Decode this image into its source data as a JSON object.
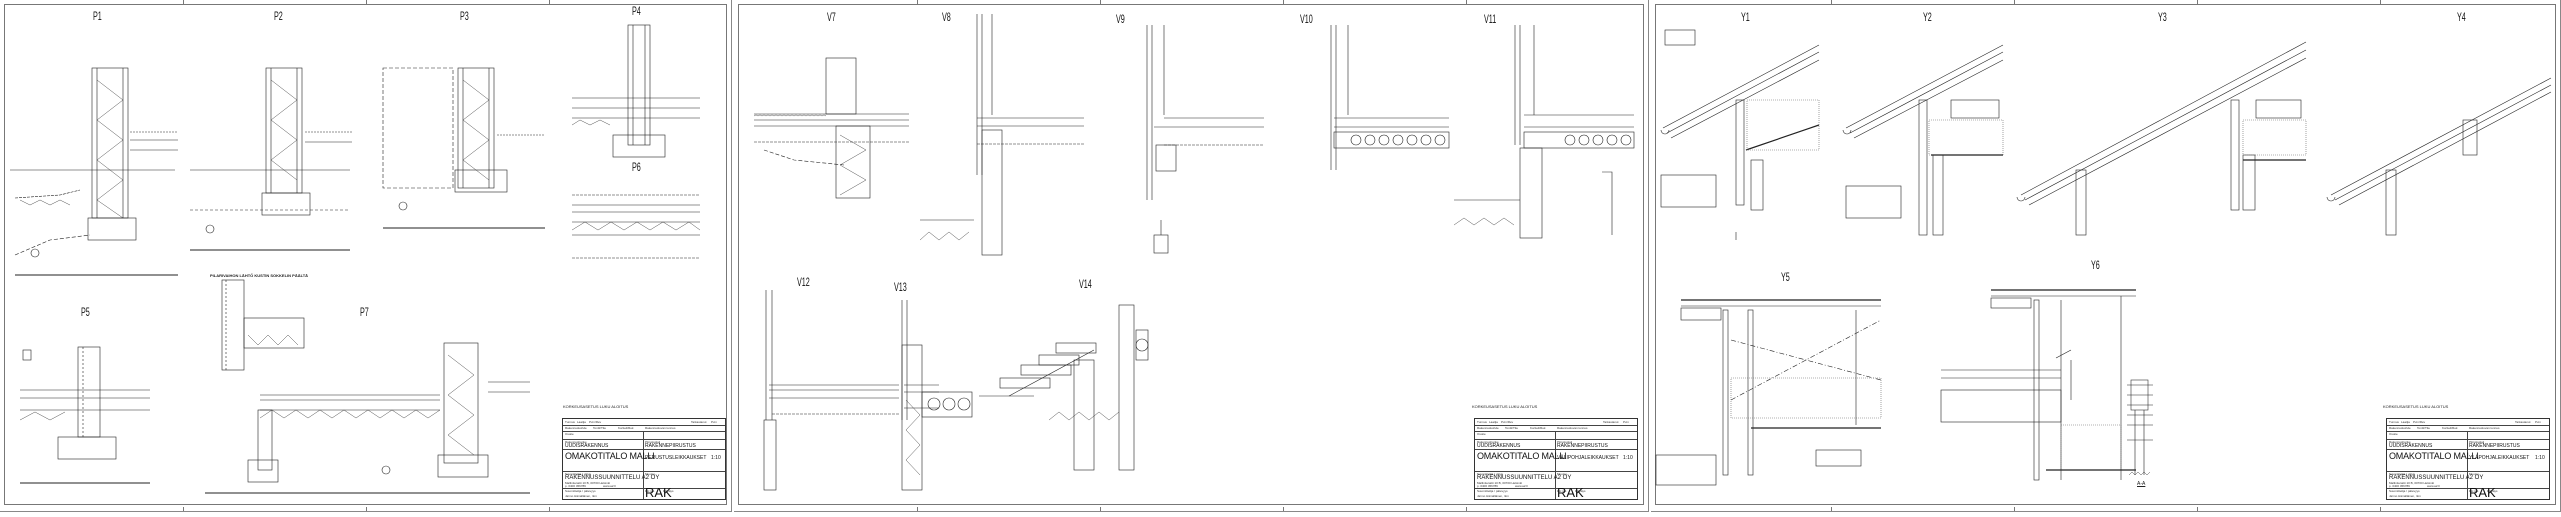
{
  "document": {
    "type": "architectural detail drawings",
    "sheet_count": 3
  },
  "sheets": [
    {
      "id": "sheet-1",
      "details": [
        {
          "label": "P1"
        },
        {
          "label": "P2"
        },
        {
          "label": "P3"
        },
        {
          "label": "P4"
        },
        {
          "label": "P5"
        },
        {
          "label": "P6"
        },
        {
          "label": "P7"
        }
      ],
      "subheading": "PILARIVAIHON LÄHTÖ KUSTIN SOKKELIN PÄÄLTÄ",
      "revision_note": "KORKEUSASETUS LUKU ALOITUS",
      "title_block": {
        "header_cols": [
          "Tunnus",
          "Laatija",
          "Pvm/Rev"
        ],
        "header_right": [
          "Tarkastanut",
          "Pvm"
        ],
        "row1": [
          "Rakennuskohde",
          "Tontti/Tila",
          "Kortteli/Rek",
          "Rakennusluvan tunnus"
        ],
        "row2": "Osoite",
        "project_label": "Rakennushanke",
        "project_type": "UUDISRAKENNUS",
        "drawing_type_label": "Piirustuslaji",
        "drawing_type": "RAKENNEPIIRUSTUS",
        "project_name": "OMAKOTITALO MALLI",
        "drawing_title": "PERUSTUSLEIKKAUKSET",
        "scale": "1:10",
        "company_label": "Suunnittelija / yritys",
        "company": "RAKENNUSSUUNNITTELU A2 OY",
        "address": "Mallintieraitti 10 B, 00700 Helsinki",
        "phone": "p. 0400 456789",
        "web": "www.a2.fi",
        "designer_label": "Suunnittelija / pätevyys",
        "designer": "Jarmo Hämäläinen, rkm",
        "discipline": "RAK",
        "sheet_no_label": "Piir.nro",
        "date_label": "Päiväys",
        "revision_label": "Muutos"
      }
    },
    {
      "id": "sheet-2",
      "details": [
        {
          "label": "V7"
        },
        {
          "label": "V8"
        },
        {
          "label": "V9"
        },
        {
          "label": "V10"
        },
        {
          "label": "V11"
        },
        {
          "label": "V12"
        },
        {
          "label": "V13"
        },
        {
          "label": "V14"
        }
      ],
      "revision_note": "KORKEUSASETUS LUKU ALOITUS",
      "title_block": {
        "header_cols": [
          "Tunnus",
          "Laatija",
          "Pvm/Rev"
        ],
        "header_right": [
          "Tarkastanut",
          "Pvm"
        ],
        "row1": [
          "Rakennuskohde",
          "Tontti/Tila",
          "Kortteli/Rek",
          "Rakennusluvan tunnus"
        ],
        "row2": "Osoite",
        "project_label": "Rakennushanke",
        "project_type": "UUDISRAKENNUS",
        "drawing_type_label": "Piirustuslaji",
        "drawing_type": "RAKENNEPIIRUSTUS",
        "project_name": "OMAKOTITALO MALLI",
        "drawing_title": "VÄLIPOHJALEIKKAUKSET",
        "scale": "1:10",
        "company_label": "Suunnittelija / yritys",
        "company": "RAKENNUSSUUNNITTELU A2 OY",
        "address": "Mallintieraitti 10 B, 00700 Helsinki",
        "phone": "p. 0400 456789",
        "web": "www.a2.fi",
        "designer_label": "Suunnittelija / pätevyys",
        "designer": "Jarmo Hämäläinen, rkm",
        "discipline": "RAK",
        "sheet_no_label": "Piir.nro",
        "date_label": "Päiväys",
        "revision_label": "Muutos"
      }
    },
    {
      "id": "sheet-3",
      "details": [
        {
          "label": "Y1"
        },
        {
          "label": "Y2"
        },
        {
          "label": "Y3"
        },
        {
          "label": "Y4"
        },
        {
          "label": "Y5"
        },
        {
          "label": "Y6"
        },
        {
          "label": "A-A"
        }
      ],
      "revision_note": "KORKEUSASETUS LUKU ALOITUS",
      "title_block": {
        "header_cols": [
          "Tunnus",
          "Laatija",
          "Pvm/Rev"
        ],
        "header_right": [
          "Tarkastanut",
          "Pvm"
        ],
        "row1": [
          "Rakennuskohde",
          "Tontti/Tila",
          "Kortteli/Rek",
          "Rakennusluvan tunnus"
        ],
        "row2": "Osoite",
        "project_label": "Rakennushanke",
        "project_type": "UUDISRAKENNUS",
        "drawing_type_label": "Piirustuslaji",
        "drawing_type": "RAKENNEPIIRUSTUS",
        "project_name": "OMAKOTITALO MALLI",
        "drawing_title": "YLÄPOHJALEIKKAUKSET",
        "scale": "1:10",
        "company_label": "Suunnittelija / yritys",
        "company": "RAKENNUSSUUNNITTELU A2 OY",
        "address": "Mallintieraitti 10 B, 00700 Helsinki",
        "phone": "p. 0400 456789",
        "web": "www.a2.fi",
        "designer_label": "Suunnittelija / pätevyys",
        "designer": "Jarmo Hämäläinen, rkm",
        "discipline": "RAK",
        "sheet_no_label": "Piir.nro",
        "date_label": "Päiväys",
        "revision_label": "Muutos"
      }
    }
  ],
  "colors": {
    "line": "#222222",
    "frame": "#777777",
    "paper": "#ffffff",
    "hatch": "#555555"
  }
}
